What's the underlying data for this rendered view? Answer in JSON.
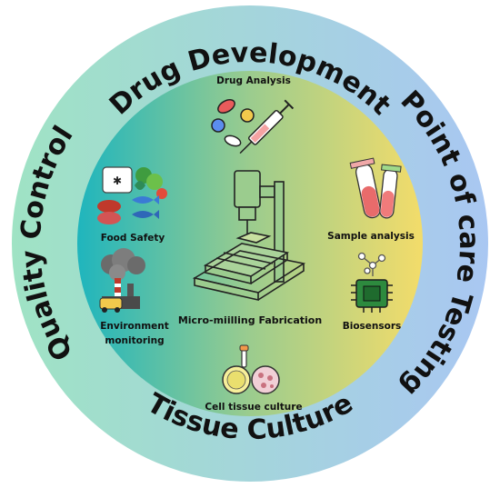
{
  "outer_ring": {
    "top": "Drug Development",
    "right": "Point of care Testing",
    "bottom": "Tissue Culture",
    "left": "Quality Control"
  },
  "inner": {
    "center": "Micro-miilling Fabrication",
    "drug_analysis": "Drug Analysis",
    "food_safety": "Food Safety",
    "sample_analysis": "Sample analysis",
    "environment_line1": "Environment",
    "environment_line2": "monitoring",
    "biosensors": "Biosensors",
    "cell_tissue": "Cell tissue culture"
  },
  "colors": {
    "outer_left": "#9fe3c4",
    "outer_right": "#a9c7f2",
    "inner_left": "#1fb5bd",
    "inner_mid": "#9bcc8e",
    "inner_right": "#f3dc6a"
  },
  "icons": [
    "pills-syringe-icon",
    "food-icon",
    "test-tubes-icon",
    "factory-icon",
    "microchip-icon",
    "petri-dish-icon",
    "milling-machine-icon"
  ]
}
